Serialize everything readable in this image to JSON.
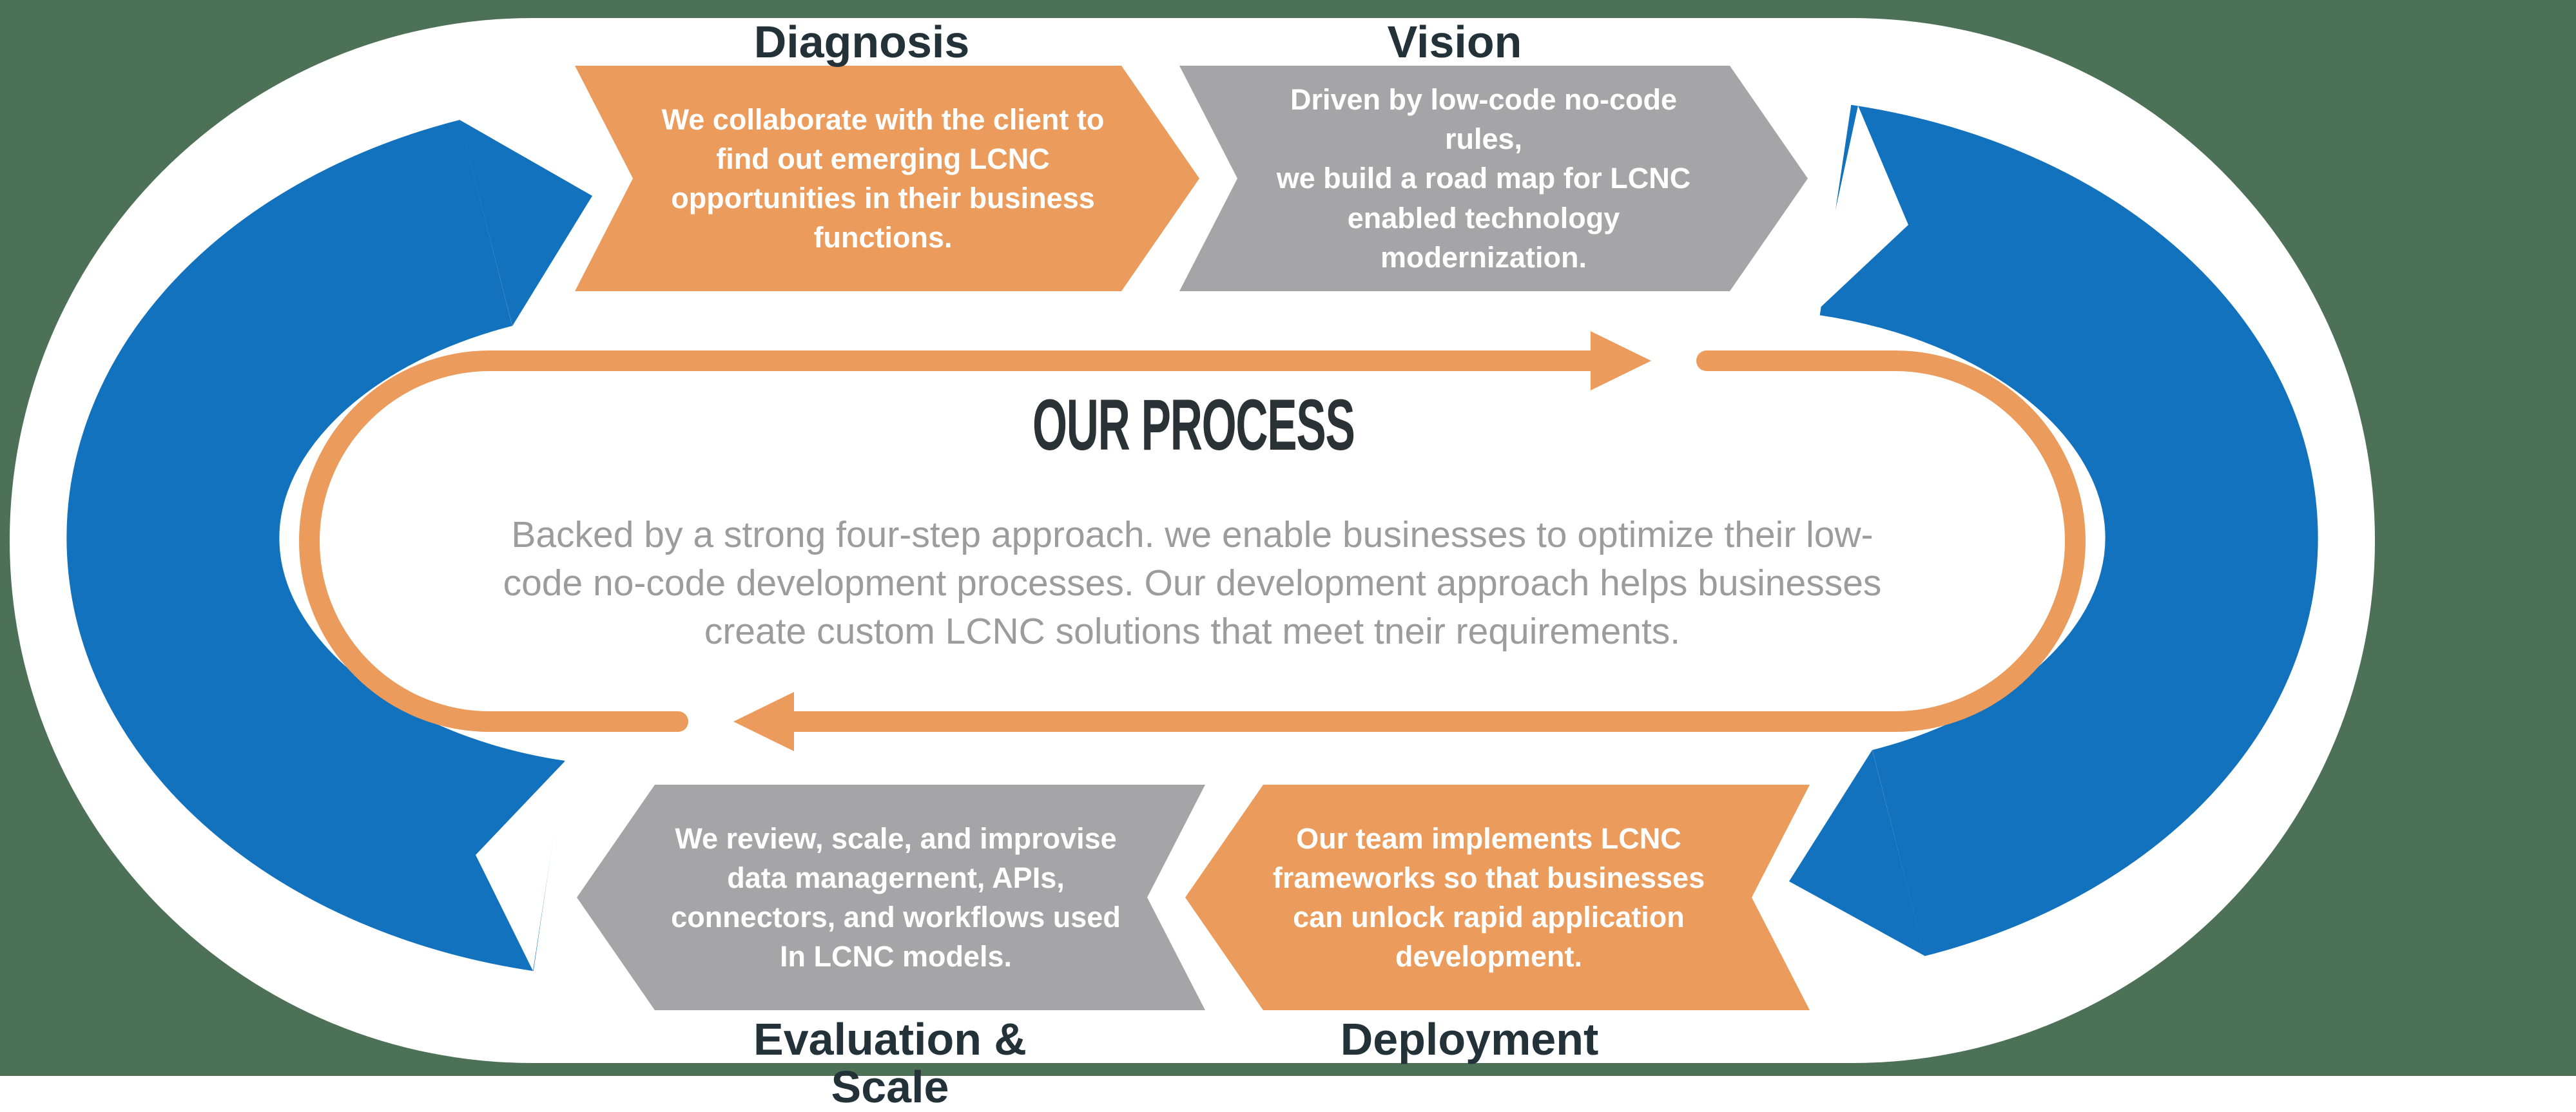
{
  "diagram": {
    "center": {
      "heading": "OUR PROCESS",
      "paragraph": "Backed by a strong four-step approach. we enable businesses to optimize their low-\ncode no-code development processes. Our development approach helps businesses\ncreate custom LCNC solutions that meet tneir requirements."
    },
    "steps": [
      {
        "id": "diagnosis",
        "title": "Diagnosis",
        "description": "We collaborate with the client to\nfind out emerging LCNC\nopportunities in their business\nfunctions.",
        "shape_color_key": "orange",
        "position": "top-left",
        "arrow_direction": "right"
      },
      {
        "id": "vision",
        "title": "Vision",
        "description": "Driven by low-code no-code rules,\nwe build a road map for LCNC\nenabled technology\nmodernization.",
        "shape_color_key": "gray",
        "position": "top-right",
        "arrow_direction": "right"
      },
      {
        "id": "deployment",
        "title": "Deployment",
        "description": "Our team implements LCNC\nframeworks so that  businesses\ncan unlock rapid application\ndevelopment.",
        "shape_color_key": "orange",
        "position": "bottom-right",
        "arrow_direction": "left"
      },
      {
        "id": "evaluation",
        "title": "Evaluation & Scale",
        "description": "We review, scale, and improvise\ndata managernent, APIs,\nconnectors, and workflows used\nIn LCNC models.",
        "shape_color_key": "gray",
        "position": "bottom-left",
        "arrow_direction": "left"
      }
    ],
    "flow": "clockwise"
  },
  "colors": {
    "background_green": "#4d7156",
    "panel_white": "#ffffff",
    "cycle_blue": "#1272bd",
    "accent_orange": "#eb9b5c",
    "neutral_gray": "#a5a4a6",
    "title_dark": "#233139",
    "paragraph_gray": "#9c9b9e"
  }
}
